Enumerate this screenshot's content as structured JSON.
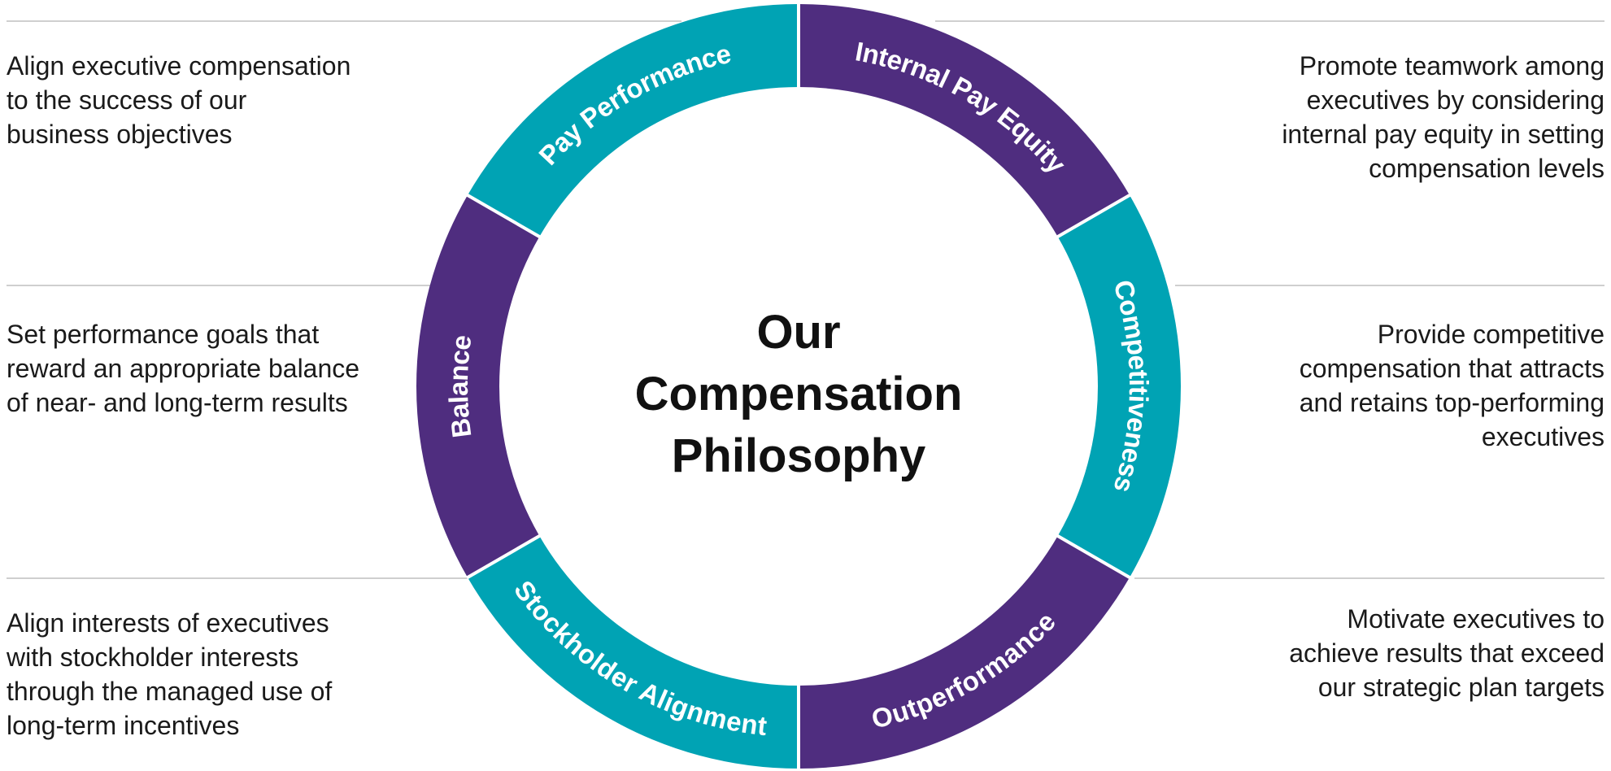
{
  "center": {
    "title_lines": [
      "Our",
      "Compensation",
      "Philosophy"
    ]
  },
  "colors": {
    "teal": "#00A3B4",
    "purple": "#4F2D7F",
    "divider": "#cfcfcf",
    "text": "#1a1a1a"
  },
  "segments": [
    {
      "label": "Pay Performance",
      "color": "#00A3B4",
      "start_deg": 240,
      "end_deg": 360
    },
    {
      "label": "Internal Pay Equity",
      "color": "#4F2D7F",
      "start_deg": 0,
      "end_deg": 60
    },
    {
      "label": "Competitiveness",
      "color": "#00A3B4",
      "start_deg": 60,
      "end_deg": 120
    },
    {
      "label": "Outperformance",
      "color": "#4F2D7F",
      "start_deg": 120,
      "end_deg": 180
    },
    {
      "label": "Stockholder Alignment",
      "color": "#00A3B4",
      "start_deg": 180,
      "end_deg": 240
    },
    {
      "label": "Balance",
      "color": "#4F2D7F",
      "start_deg": 240,
      "end_deg": 300
    }
  ],
  "descriptions": {
    "pay_performance": "Align executive compensation\nto the success of our\nbusiness objectives",
    "internal_pay_equity": "Promote teamwork among\nexecutives by considering\ninternal pay equity in setting\ncompensation levels",
    "balance": "Set performance goals that\nreward an appropriate balance\nof near- and long-term results",
    "competitiveness": "Provide competitive\ncompensation that attracts\nand retains top-performing\nexecutives",
    "stockholder_alignment": "Align interests of executives\nwith stockholder interests\nthrough the managed use of\nlong-term incentives",
    "outperformance": "Motivate executives to\nachieve results that exceed\nour strategic plan targets"
  }
}
